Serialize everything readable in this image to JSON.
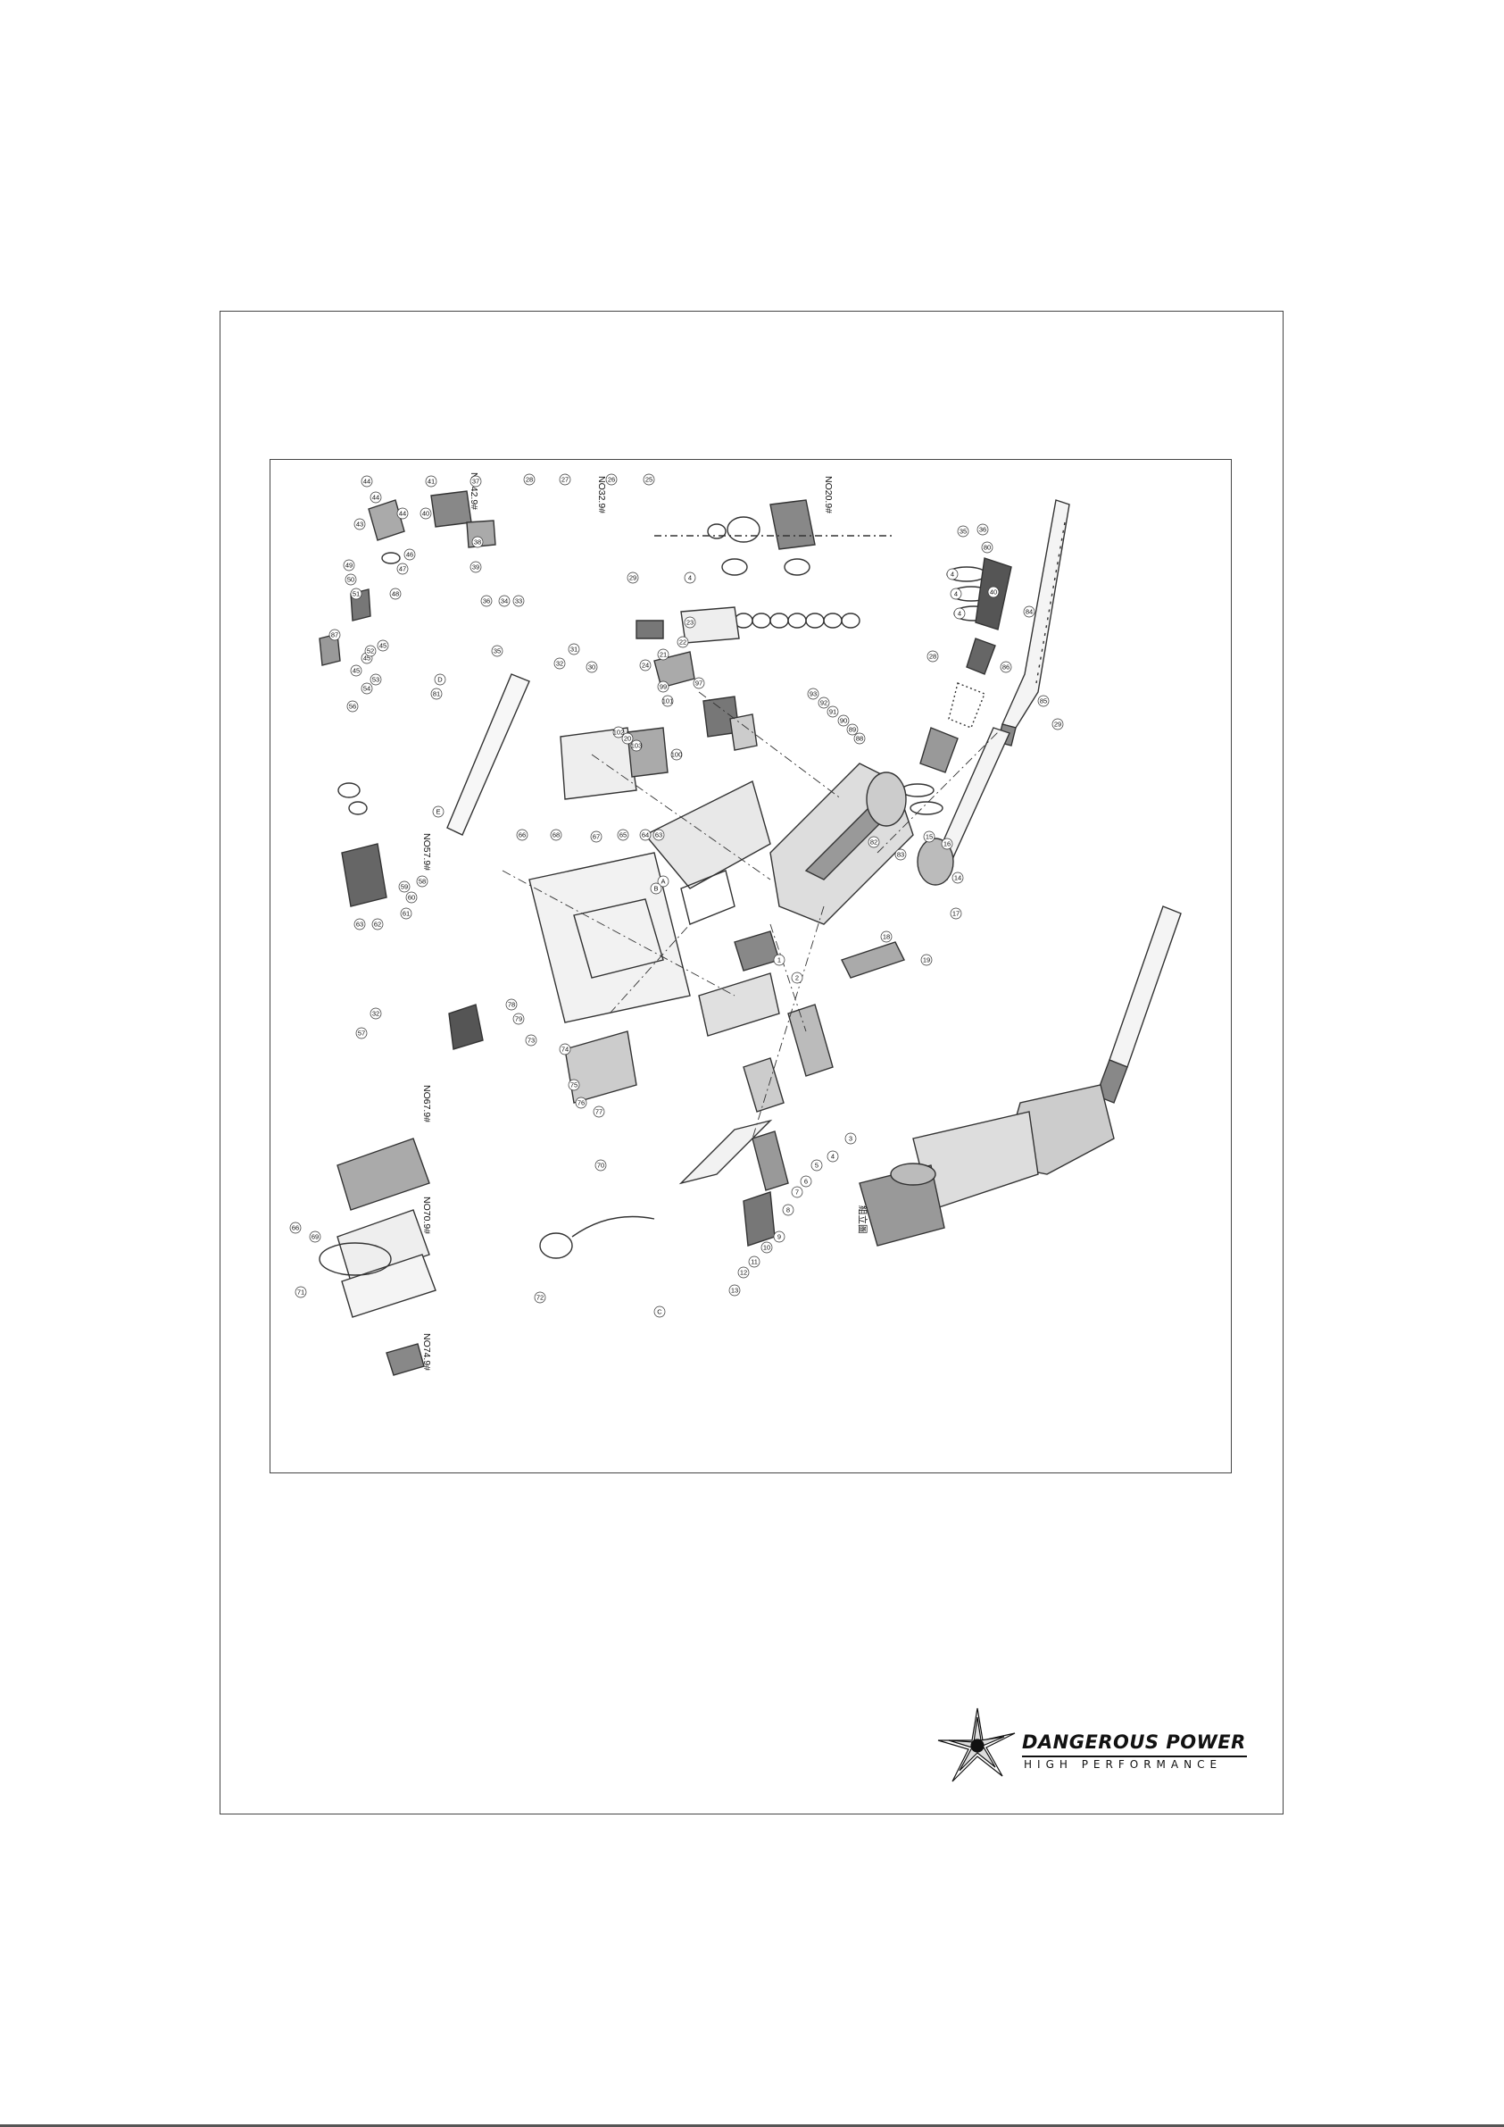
{
  "diagram": {
    "group_labels": [
      {
        "id": "g20",
        "text": "NO20.9#"
      },
      {
        "id": "g32",
        "text": "NO32.9#"
      },
      {
        "id": "g42",
        "text": "NO42.9#"
      },
      {
        "id": "g57",
        "text": "NO57.9#"
      },
      {
        "id": "g67",
        "text": "NO67.9#"
      },
      {
        "id": "g70",
        "text": "NO70.9#"
      },
      {
        "id": "g74",
        "text": "NO74.9#"
      },
      {
        "id": "assembly",
        "text": "組立圖"
      }
    ],
    "callouts": [
      "44",
      "44",
      "44",
      "43",
      "46",
      "47",
      "48",
      "45",
      "45",
      "45",
      "49",
      "50",
      "51",
      "52",
      "53",
      "54",
      "56",
      "87",
      "41",
      "40",
      "39",
      "38",
      "37",
      "36",
      "34",
      "33",
      "35",
      "32",
      "31",
      "30",
      "28",
      "27",
      "26",
      "25",
      "29",
      "4",
      "35",
      "36",
      "80",
      "40",
      "4",
      "4",
      "4",
      "84",
      "28",
      "85",
      "86",
      "29",
      "23",
      "22",
      "21",
      "24",
      "20",
      "81",
      "D",
      "E",
      "97",
      "99",
      "101",
      "102",
      "103",
      "100",
      "65",
      "64",
      "63",
      "67",
      "68",
      "66",
      "93",
      "92",
      "91",
      "90",
      "89",
      "88",
      "83",
      "82",
      "19",
      "15",
      "16",
      "14",
      "17",
      "18",
      "58",
      "59",
      "60",
      "61",
      "62",
      "63",
      "32",
      "57",
      "78",
      "79",
      "73",
      "74",
      "75",
      "76",
      "77",
      "1",
      "2",
      "3",
      "4",
      "5",
      "6",
      "7",
      "8",
      "9",
      "10",
      "11",
      "12",
      "13",
      "66",
      "69",
      "71",
      "70",
      "72",
      "C",
      "A",
      "B"
    ]
  },
  "brand": {
    "name": "DANGEROUS POWER",
    "tagline": "HIGH PERFORMANCE"
  }
}
